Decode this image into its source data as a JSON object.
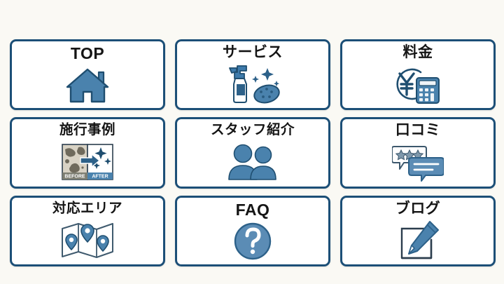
{
  "page": {
    "background_color": "#faf9f4",
    "card_background": "#ffffff",
    "card_border_color": "#1c4f77",
    "icon_blue": "#4a82ad",
    "icon_blue_dark": "#2d6189",
    "icon_outline": "#1f4e70",
    "text_color": "#151515",
    "layout": "3x3 grid of navigation menu cards"
  },
  "menu": {
    "cards": [
      {
        "id": "top",
        "label": "TOP",
        "label_style": "latin",
        "icon": "house-icon"
      },
      {
        "id": "service",
        "label": "サービス",
        "label_style": "jp",
        "icon": "spray-bottle-sponge-icon"
      },
      {
        "id": "price",
        "label": "料金",
        "label_style": "jp",
        "icon": "yen-calculator-icon"
      },
      {
        "id": "case-studies",
        "label": "施行事例",
        "label_style": "jp-sm",
        "icon": "before-after-icon",
        "icon_text": {
          "before": "BEFORE",
          "after": "AFTER"
        }
      },
      {
        "id": "staff",
        "label": "スタッフ紹介",
        "label_style": "jp-sm",
        "icon": "two-people-icon"
      },
      {
        "id": "reviews",
        "label": "口コミ",
        "label_style": "jp",
        "icon": "review-speech-bubbles-icon"
      },
      {
        "id": "service-area",
        "label": "対応エリア",
        "label_style": "jp-sm",
        "icon": "map-pins-icon"
      },
      {
        "id": "faq",
        "label": "FAQ",
        "label_style": "latin",
        "icon": "question-mark-circle-icon"
      },
      {
        "id": "blog",
        "label": "ブログ",
        "label_style": "jp",
        "icon": "pencil-square-icon"
      }
    ]
  }
}
